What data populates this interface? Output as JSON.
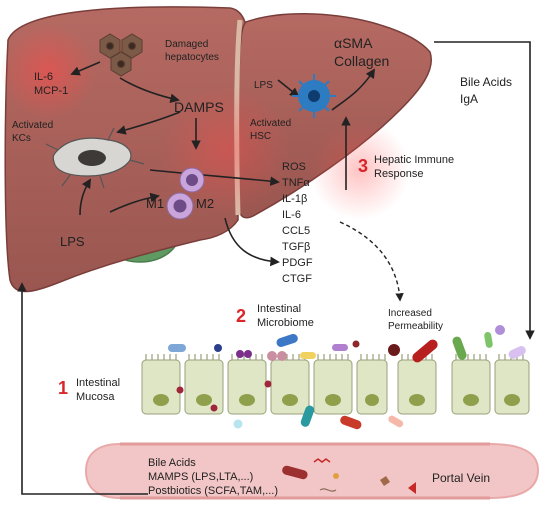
{
  "liver": {
    "damaged_hepatocytes": [
      "Damaged",
      "hepatocytes"
    ],
    "il6_mcp1": [
      "IL-6",
      "MCP-1"
    ],
    "damps": "DAMPS",
    "activated_kcs": [
      "Activated",
      "KCs"
    ],
    "lps_small": "LPS",
    "activated_hsc": [
      "Activated",
      "HSC"
    ],
    "asma_collagen": [
      "αSMA",
      "Collagen"
    ],
    "m1": "M1",
    "m2": "M2",
    "lps_large": "LPS"
  },
  "mediators": [
    "ROS",
    "TNFα",
    "IL-1β",
    "IL-6",
    "CCL5",
    "TGFβ",
    "PDGF",
    "CTGF"
  ],
  "right_side": {
    "bile_acids_iga": [
      "Bile Acids",
      "IgA"
    ]
  },
  "sections": {
    "hepatic": {
      "number": "3",
      "label": [
        "Hepatic Immune",
        "Response"
      ]
    },
    "microbiome": {
      "number": "2",
      "label": [
        "Intestinal",
        "Microbiome"
      ]
    },
    "mucosa": {
      "number": "1",
      "label": [
        "Intestinal",
        "Mucosa"
      ]
    }
  },
  "permeability": [
    "Increased",
    "Permeability"
  ],
  "portal_vein": {
    "title": "Portal Vein",
    "items": [
      "Bile Acids",
      "MAMPS (LPS,LTA,...)",
      "Postbiotics (SCFA,TAM,...)"
    ]
  },
  "colors": {
    "liver": "#a8605a",
    "liver_dark": "#8a4a45",
    "gallbladder": "#5f9a63",
    "portal_vein": "#f2c6c6",
    "cell": "#dfe6c6",
    "accent_red": "#d8262b"
  }
}
